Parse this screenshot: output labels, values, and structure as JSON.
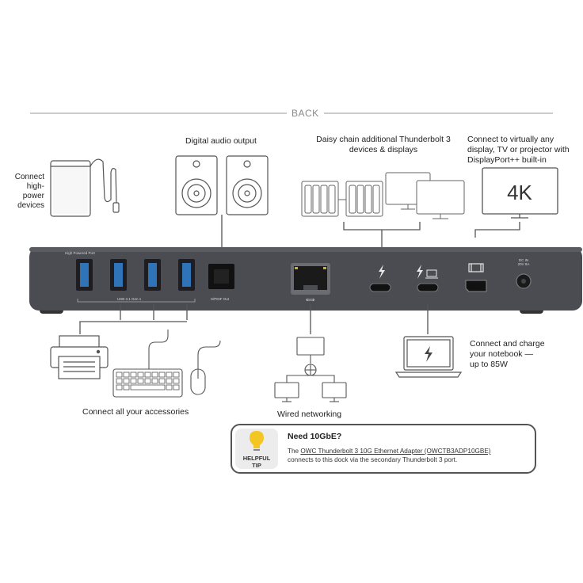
{
  "section_label": "BACK",
  "captions": {
    "high_power": [
      "Connect",
      "high-power",
      "devices"
    ],
    "audio": "Digital audio output",
    "daisy_chain": [
      "Daisy chain additional Thunderbolt 3",
      "devices & displays"
    ],
    "display": [
      "Connect to virtually any",
      "display, TV or projector with",
      "DisplayPort++ built-in"
    ],
    "accessories": "Connect all your accessories",
    "networking": "Wired networking",
    "notebook": [
      "Connect and charge",
      "your notebook —",
      "up to 85W"
    ]
  },
  "monitor_4k_text": "4K",
  "dock_labels": {
    "high_powered_port": "High Powered Port",
    "usb": "USB 3.1 Gen 1",
    "spdif": "S/PDIF Out",
    "ethernet": "⟺",
    "dc_in": [
      "DC IN",
      "20V 8A"
    ]
  },
  "tip": {
    "label_line1": "HELPFUL",
    "label_line2": "TIP",
    "title": "Need 10GbE?",
    "body_prefix": "The ",
    "body_link": "OWC Thunderbolt 3 10G Ethernet Adapter (OWCTB3ADP10GBE)",
    "body_rest": "connects to this dock via the secondary Thunderbolt 3 port."
  },
  "colors": {
    "dock": "#4a4c52",
    "usb_blue": "#2f74b8",
    "bulb_yellow": "#f3c623",
    "line": "#555555"
  },
  "icons": [
    "hard-drive-icon",
    "speaker-icon",
    "raid-enclosure-icon",
    "display-icon",
    "laptop-icon",
    "printer-icon",
    "keyboard-icon",
    "mouse-icon",
    "network-icon",
    "thunderbolt-icon",
    "displayport-icon",
    "lightbulb-icon"
  ]
}
